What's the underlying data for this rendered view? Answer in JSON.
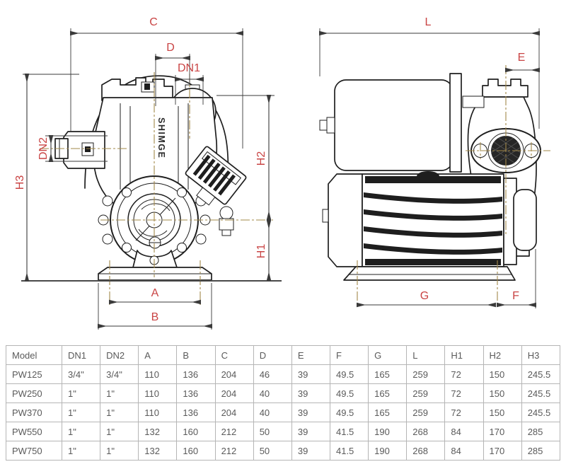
{
  "colors": {
    "label": "#c94444",
    "centerline": "#a2884a",
    "line": "#1f1f1f",
    "dim": "#3a3a3a",
    "ground": "#4a4a4a",
    "dark_fill": "#1e1e1e",
    "port_fill": "#262626",
    "table_border": "#b5b5b5",
    "table_text": "#5a5a5a",
    "background": "#ffffff"
  },
  "diagram": {
    "brand": "SHIMGE",
    "front_view": {
      "dims": {
        "c": "C",
        "d": "D",
        "dn1": "DN1",
        "dn2": "DN2",
        "h3": "H3",
        "h2": "H2",
        "h1": "H1",
        "a": "A",
        "b": "B"
      }
    },
    "side_view": {
      "dims": {
        "l": "L",
        "e": "E",
        "g": "G",
        "f": "F"
      }
    }
  },
  "table": {
    "headers": [
      "Model",
      "DN1",
      "DN2",
      "A",
      "B",
      "C",
      "D",
      "E",
      "F",
      "G",
      "L",
      "H1",
      "H2",
      "H3"
    ],
    "rows": [
      [
        "PW125",
        "3/4\"",
        "3/4\"",
        "110",
        "136",
        "204",
        "46",
        "39",
        "49.5",
        "165",
        "259",
        "72",
        "150",
        "245.5"
      ],
      [
        "PW250",
        "1\"",
        "1\"",
        "110",
        "136",
        "204",
        "40",
        "39",
        "49.5",
        "165",
        "259",
        "72",
        "150",
        "245.5"
      ],
      [
        "PW370",
        "1\"",
        "1\"",
        "110",
        "136",
        "204",
        "40",
        "39",
        "49.5",
        "165",
        "259",
        "72",
        "150",
        "245.5"
      ],
      [
        "PW550",
        "1\"",
        "1\"",
        "132",
        "160",
        "212",
        "50",
        "39",
        "41.5",
        "190",
        "268",
        "84",
        "170",
        "285"
      ],
      [
        "PW750",
        "1\"",
        "1\"",
        "132",
        "160",
        "212",
        "50",
        "39",
        "41.5",
        "190",
        "268",
        "84",
        "170",
        "285"
      ]
    ]
  }
}
